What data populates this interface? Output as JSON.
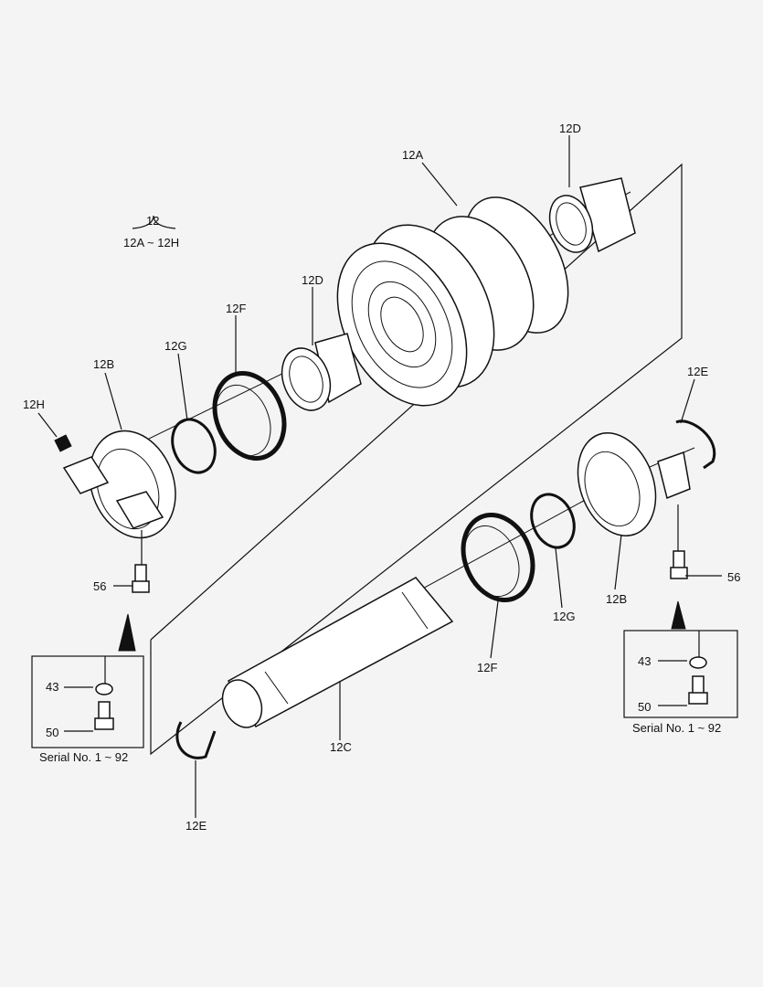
{
  "group": {
    "number": "12",
    "range": "12A ~ 12H"
  },
  "callouts": {
    "roller": "12A",
    "bushing_top": "12D",
    "bushing_mid": "12D",
    "floating_seal_left": "12F",
    "oring_left": "12G",
    "collar_left": "12B",
    "plug": "12H",
    "bolt_left": "56",
    "shaft": "12C",
    "snap_ring_left": "12E",
    "snap_ring_right": "12E",
    "floating_seal_right": "12F",
    "oring_right": "12G",
    "collar_right": "12B",
    "bolt_right": "56"
  },
  "insets": [
    {
      "washer": "43",
      "bolt": "50",
      "serial": "Serial No. 1 ~ 92"
    },
    {
      "washer": "43",
      "bolt": "50",
      "serial": "Serial No. 1 ~ 92"
    }
  ]
}
